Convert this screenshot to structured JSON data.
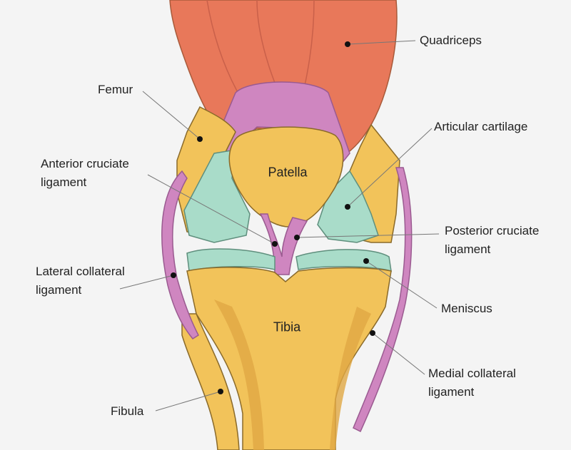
{
  "labels": {
    "quadriceps": "Quadriceps",
    "femur": "Femur",
    "articular_cartilage": "Articular cartilage",
    "acl_line1": "Anterior cruciate",
    "acl_line2": "ligament",
    "patella": "Patella",
    "pcl_line1": "Posterior cruciate",
    "pcl_line2": "ligament",
    "lcl_line1": "Lateral collateral",
    "lcl_line2": "ligament",
    "meniscus": "Meniscus",
    "tibia": "Tibia",
    "mcl_line1": "Medial collateral",
    "mcl_line2": "ligament",
    "fibula": "Fibula"
  },
  "colors": {
    "background": "#f4f4f4",
    "muscle": "#e8785a",
    "tendon": "#cf86c0",
    "bone": "#f2c35a",
    "bone_shade": "#e0a844",
    "cartilage": "#a9dcc9",
    "outline": "#8a6a2a"
  }
}
